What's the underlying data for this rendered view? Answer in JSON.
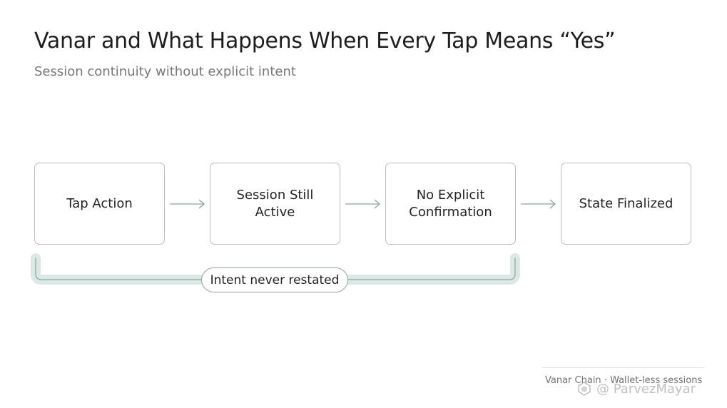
{
  "title": "Vanar and What Happens When Every Tap Means “Yes”",
  "subtitle": "Session continuity without explicit intent",
  "steps": [
    {
      "label": "Tap Action"
    },
    {
      "label": "Session Still Active"
    },
    {
      "label": "No Explicit Confirmation"
    },
    {
      "label": "State Finalized"
    }
  ],
  "bracket_label": "Intent never restated",
  "footer": "Vanar Chain · Wallet-less sessions",
  "watermark": "@ ParvezMayar",
  "colors": {
    "accent": "#dbe8e5",
    "accent_line": "#8fa39f",
    "box_border": "#b9bdbf",
    "arrow": "#8fa39f"
  },
  "icons": {
    "arrow": "arrow-right-icon",
    "watermark_logo": "logo-icon"
  }
}
